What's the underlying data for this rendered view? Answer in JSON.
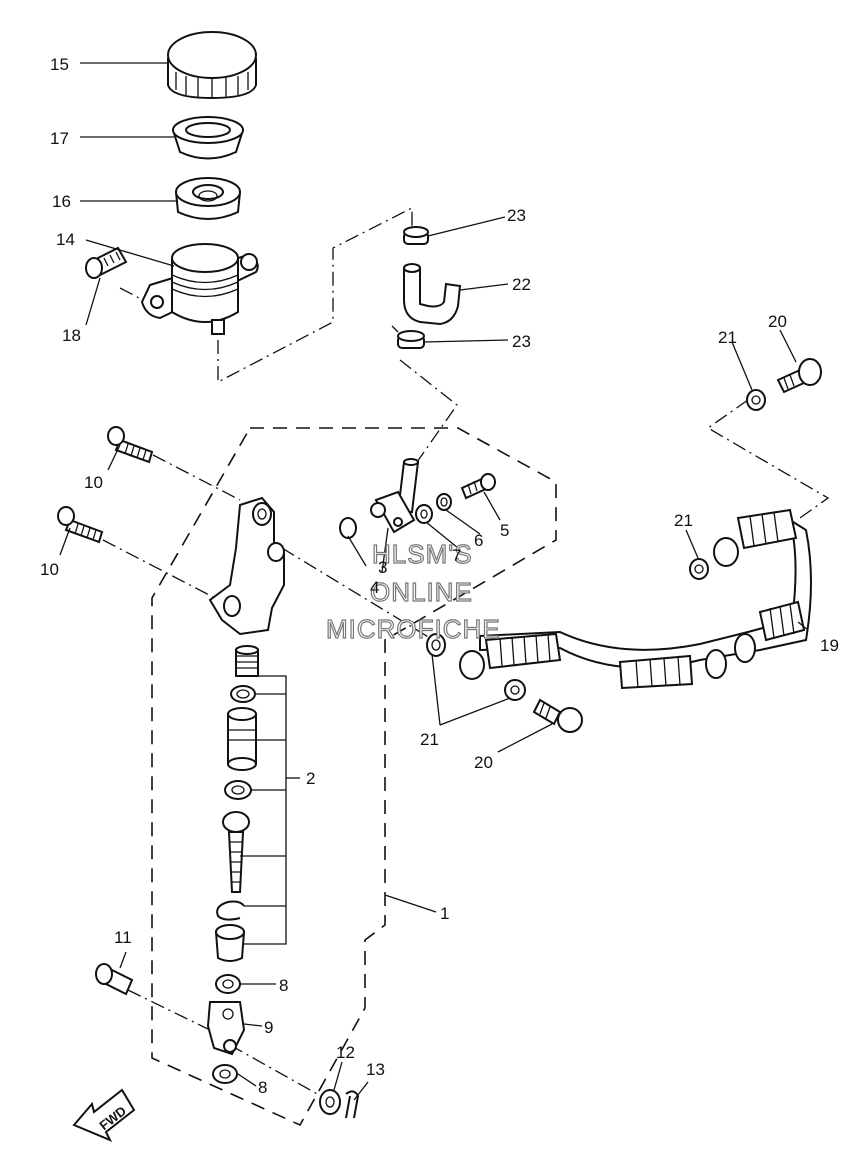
{
  "callouts": {
    "p1": "1",
    "p2": "2",
    "p3": "3",
    "p4": "4",
    "p5": "5",
    "p6": "6",
    "p7": "7",
    "p8a": "8",
    "p8b": "8",
    "p9": "9",
    "p10a": "10",
    "p10b": "10",
    "p11": "11",
    "p12": "12",
    "p13": "13",
    "p14": "14",
    "p15": "15",
    "p16": "16",
    "p17": "17",
    "p18": "18",
    "p19": "19",
    "p20a": "20",
    "p20b": "20",
    "p21a": "21",
    "p21b": "21",
    "p21c": "21",
    "p22": "22",
    "p23a": "23",
    "p23b": "23"
  },
  "watermark": {
    "line1": "HLSM'S",
    "line2": "ONLINE",
    "line3": "MICROFICHE"
  },
  "fwd_label": "FWD"
}
